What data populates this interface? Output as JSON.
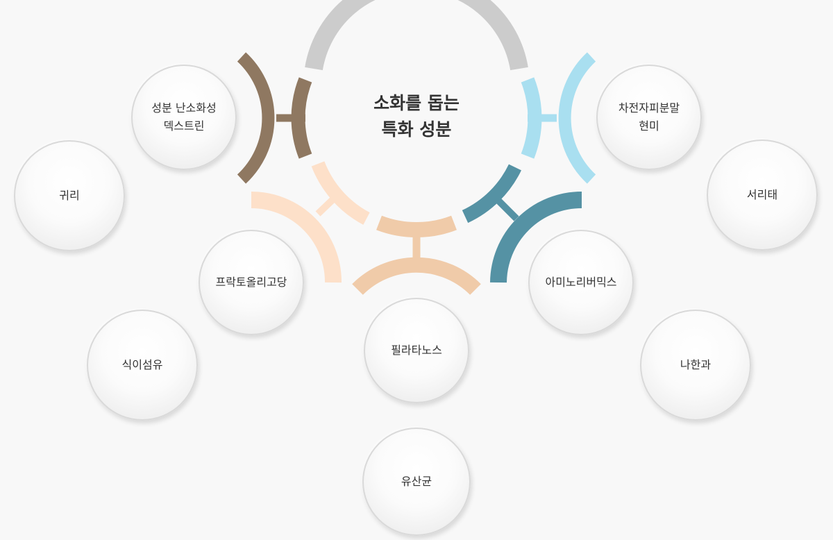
{
  "center": {
    "line1": "소화를 돕는",
    "line2": "특화 성분"
  },
  "colors": {
    "brown": "#8f7861",
    "light_blue": "#a9dff0",
    "peach_light": "#fde0c9",
    "peach": "#f0cba9",
    "teal": "#5592a4",
    "gray": "#cccccc"
  },
  "ingredients": [
    {
      "id": "dextrin",
      "lines": [
        "성분 난소화성",
        "덱스트린"
      ]
    },
    {
      "id": "guri",
      "lines": [
        "귀리"
      ]
    },
    {
      "id": "fructo",
      "lines": [
        "프락토올리고당"
      ]
    },
    {
      "id": "fiber",
      "lines": [
        "식이섬유"
      ]
    },
    {
      "id": "filatanos",
      "lines": [
        "필라타노스"
      ]
    },
    {
      "id": "probiotic",
      "lines": [
        "유산균"
      ]
    },
    {
      "id": "germ",
      "lines": [
        "차전자피분말",
        "현미"
      ]
    },
    {
      "id": "seoritae",
      "lines": [
        "서리태"
      ]
    },
    {
      "id": "amino",
      "lines": [
        "아미노리버믹스"
      ]
    },
    {
      "id": "nahan",
      "lines": [
        "나한과"
      ]
    }
  ]
}
